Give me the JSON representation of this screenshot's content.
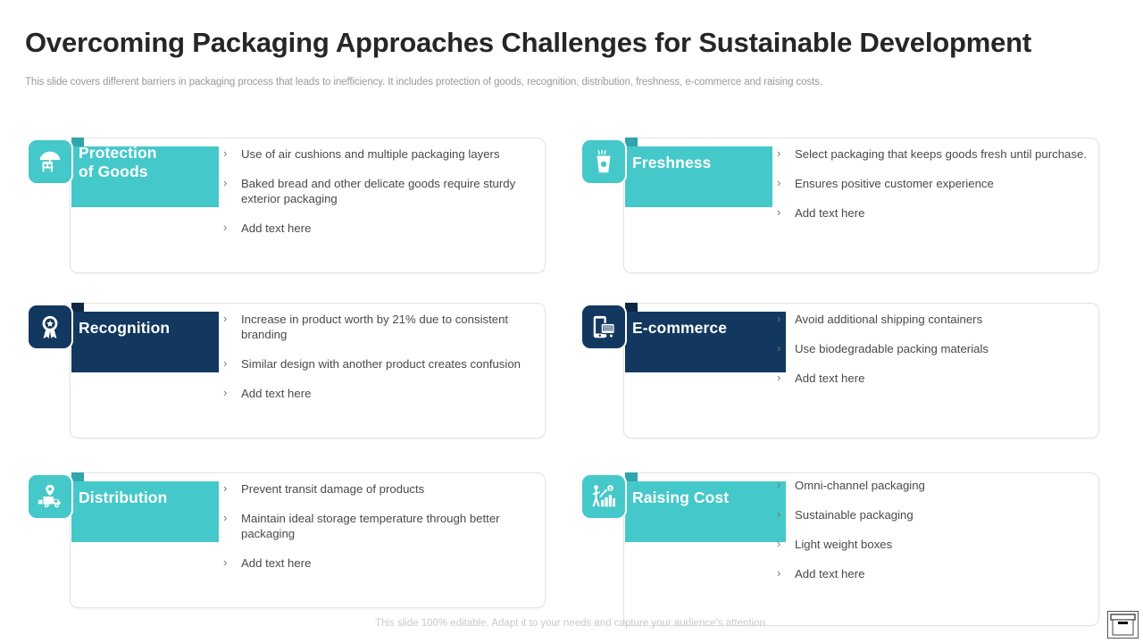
{
  "header": {
    "title": "Overcoming Packaging Approaches Challenges for Sustainable Development",
    "subtitle": "This slide covers different barriers in packaging process that leads to inefficiency. It includes protection of goods, recognition, distribution, freshness, e-commerce and raising costs."
  },
  "colors": {
    "teal": "#45c8ca",
    "teal_fold": "#2fa5ad",
    "navy": "#123860",
    "navy_fold": "#0c2744",
    "title_text": "#262626",
    "body_text": "#4a4a4a",
    "muted_text": "#9a9a9a",
    "card_border": "#e3e3e3"
  },
  "cards": [
    {
      "id": "protection-of-goods",
      "title": "Protection\nof Goods",
      "title_line1": "Protection",
      "title_line2": "of Goods",
      "theme": "teal",
      "icon": "umbrella-over-box-icon",
      "bullets": [
        "Use of air cushions and multiple packaging layers",
        "Baked bread and other delicate goods require sturdy exterior packaging",
        "Add text here"
      ]
    },
    {
      "id": "freshness",
      "title": "Freshness",
      "title_line1": "Freshness",
      "title_line2": "",
      "theme": "teal",
      "icon": "drink-cup-icon",
      "bullets": [
        "Select packaging that keeps goods fresh until purchase.",
        "Ensures positive customer experience",
        "Add text here"
      ]
    },
    {
      "id": "recognition",
      "title": "Recognition",
      "title_line1": "Recognition",
      "title_line2": "",
      "theme": "navy",
      "icon": "award-ribbon-icon",
      "bullets": [
        "Increase in product worth by 21% due to consistent branding",
        "Similar design with another product creates confusion",
        "Add text here"
      ]
    },
    {
      "id": "e-commerce",
      "title": "E-commerce",
      "title_line1": "E-commerce",
      "title_line2": "",
      "theme": "navy",
      "icon": "mobile-shopping-cart-icon",
      "bullets": [
        "Avoid additional shipping containers",
        "Use biodegradable packing materials",
        "Add text here"
      ]
    },
    {
      "id": "distribution",
      "title": "Distribution",
      "title_line1": "Distribution",
      "title_line2": "",
      "theme": "teal",
      "icon": "delivery-truck-location-icon",
      "bullets": [
        "Prevent transit damage of products",
        "Maintain ideal storage temperature through better packaging",
        "Add text here"
      ]
    },
    {
      "id": "raising-cost",
      "title": "Raising Cost",
      "title_line1": "Raising Cost",
      "title_line2": "",
      "theme": "teal",
      "icon": "cost-growth-chart-icon",
      "bullets": [
        "Omni-channel packaging",
        "Sustainable packaging",
        "Light weight boxes",
        "Add text here"
      ]
    }
  ],
  "footer": {
    "note": "This slide 100% editable. Adapt it to your needs and capture your audience's attention.",
    "corner_icon": "archive-box-icon"
  },
  "bullet_marker": "›"
}
